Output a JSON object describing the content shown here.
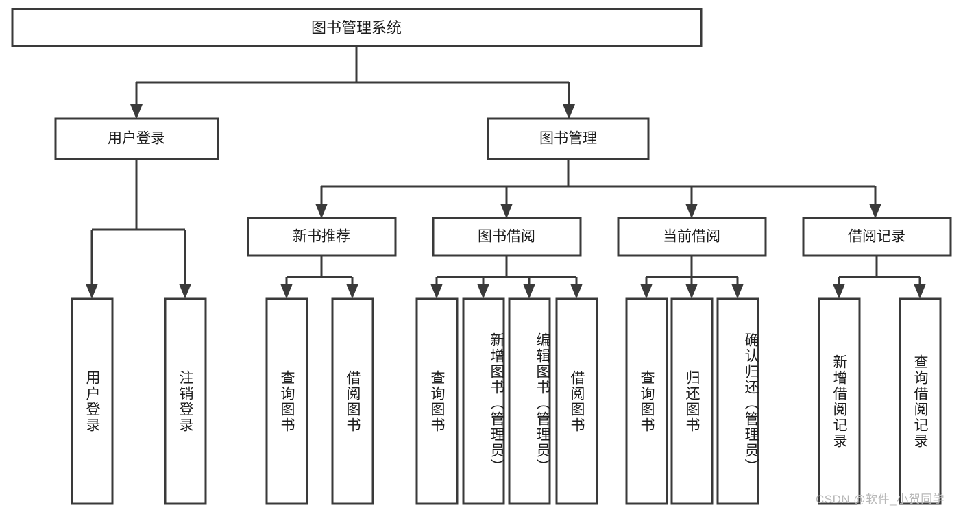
{
  "diagram": {
    "type": "tree-hierarchy",
    "title": "图书管理系统",
    "watermark": "CSDN @软件_小贺同学",
    "colors": {
      "stroke": "#3a3a3a",
      "box_fill": "#ffffff",
      "text": "#1c1c1c",
      "background": "#ffffff",
      "watermark": "#b8b8b8"
    },
    "root": {
      "label": "图书管理系统",
      "children": [
        {
          "label": "用户登录",
          "children": [
            {
              "label": "用户登录"
            },
            {
              "label": "注销登录"
            }
          ]
        },
        {
          "label": "图书管理",
          "children": [
            {
              "label": "新书推荐",
              "children": [
                {
                  "label": "查询图书"
                },
                {
                  "label": "借阅图书"
                }
              ]
            },
            {
              "label": "图书借阅",
              "children": [
                {
                  "label": "查询图书"
                },
                {
                  "label": "新增图书（管理员）"
                },
                {
                  "label": "编辑图书（管理员）"
                },
                {
                  "label": "借阅图书"
                }
              ]
            },
            {
              "label": "当前借阅",
              "children": [
                {
                  "label": "查询图书"
                },
                {
                  "label": "归还图书"
                },
                {
                  "label": "确认归还（管理员）"
                }
              ]
            },
            {
              "label": "借阅记录",
              "children": [
                {
                  "label": "新增借阅记录"
                },
                {
                  "label": "查询借阅记录"
                }
              ]
            }
          ]
        }
      ]
    },
    "nodes": {
      "root": {
        "label": "图书管理系统"
      },
      "level2": [
        {
          "label": "用户登录"
        },
        {
          "label": "图书管理"
        }
      ],
      "level3": [
        {
          "label": "新书推荐"
        },
        {
          "label": "图书借阅"
        },
        {
          "label": "当前借阅"
        },
        {
          "label": "借阅记录"
        }
      ],
      "leaves": [
        {
          "label": "用户登录"
        },
        {
          "label": "注销登录"
        },
        {
          "label": "查询图书"
        },
        {
          "label": "借阅图书"
        },
        {
          "label": "查询图书"
        },
        {
          "label": "新增图书（管理员）"
        },
        {
          "label": "编辑图书（管理员）"
        },
        {
          "label": "借阅图书"
        },
        {
          "label": "查询图书"
        },
        {
          "label": "归还图书"
        },
        {
          "label": "确认归还（管理员）"
        },
        {
          "label": "新增借阅记录"
        },
        {
          "label": "查询借阅记录"
        }
      ]
    }
  }
}
